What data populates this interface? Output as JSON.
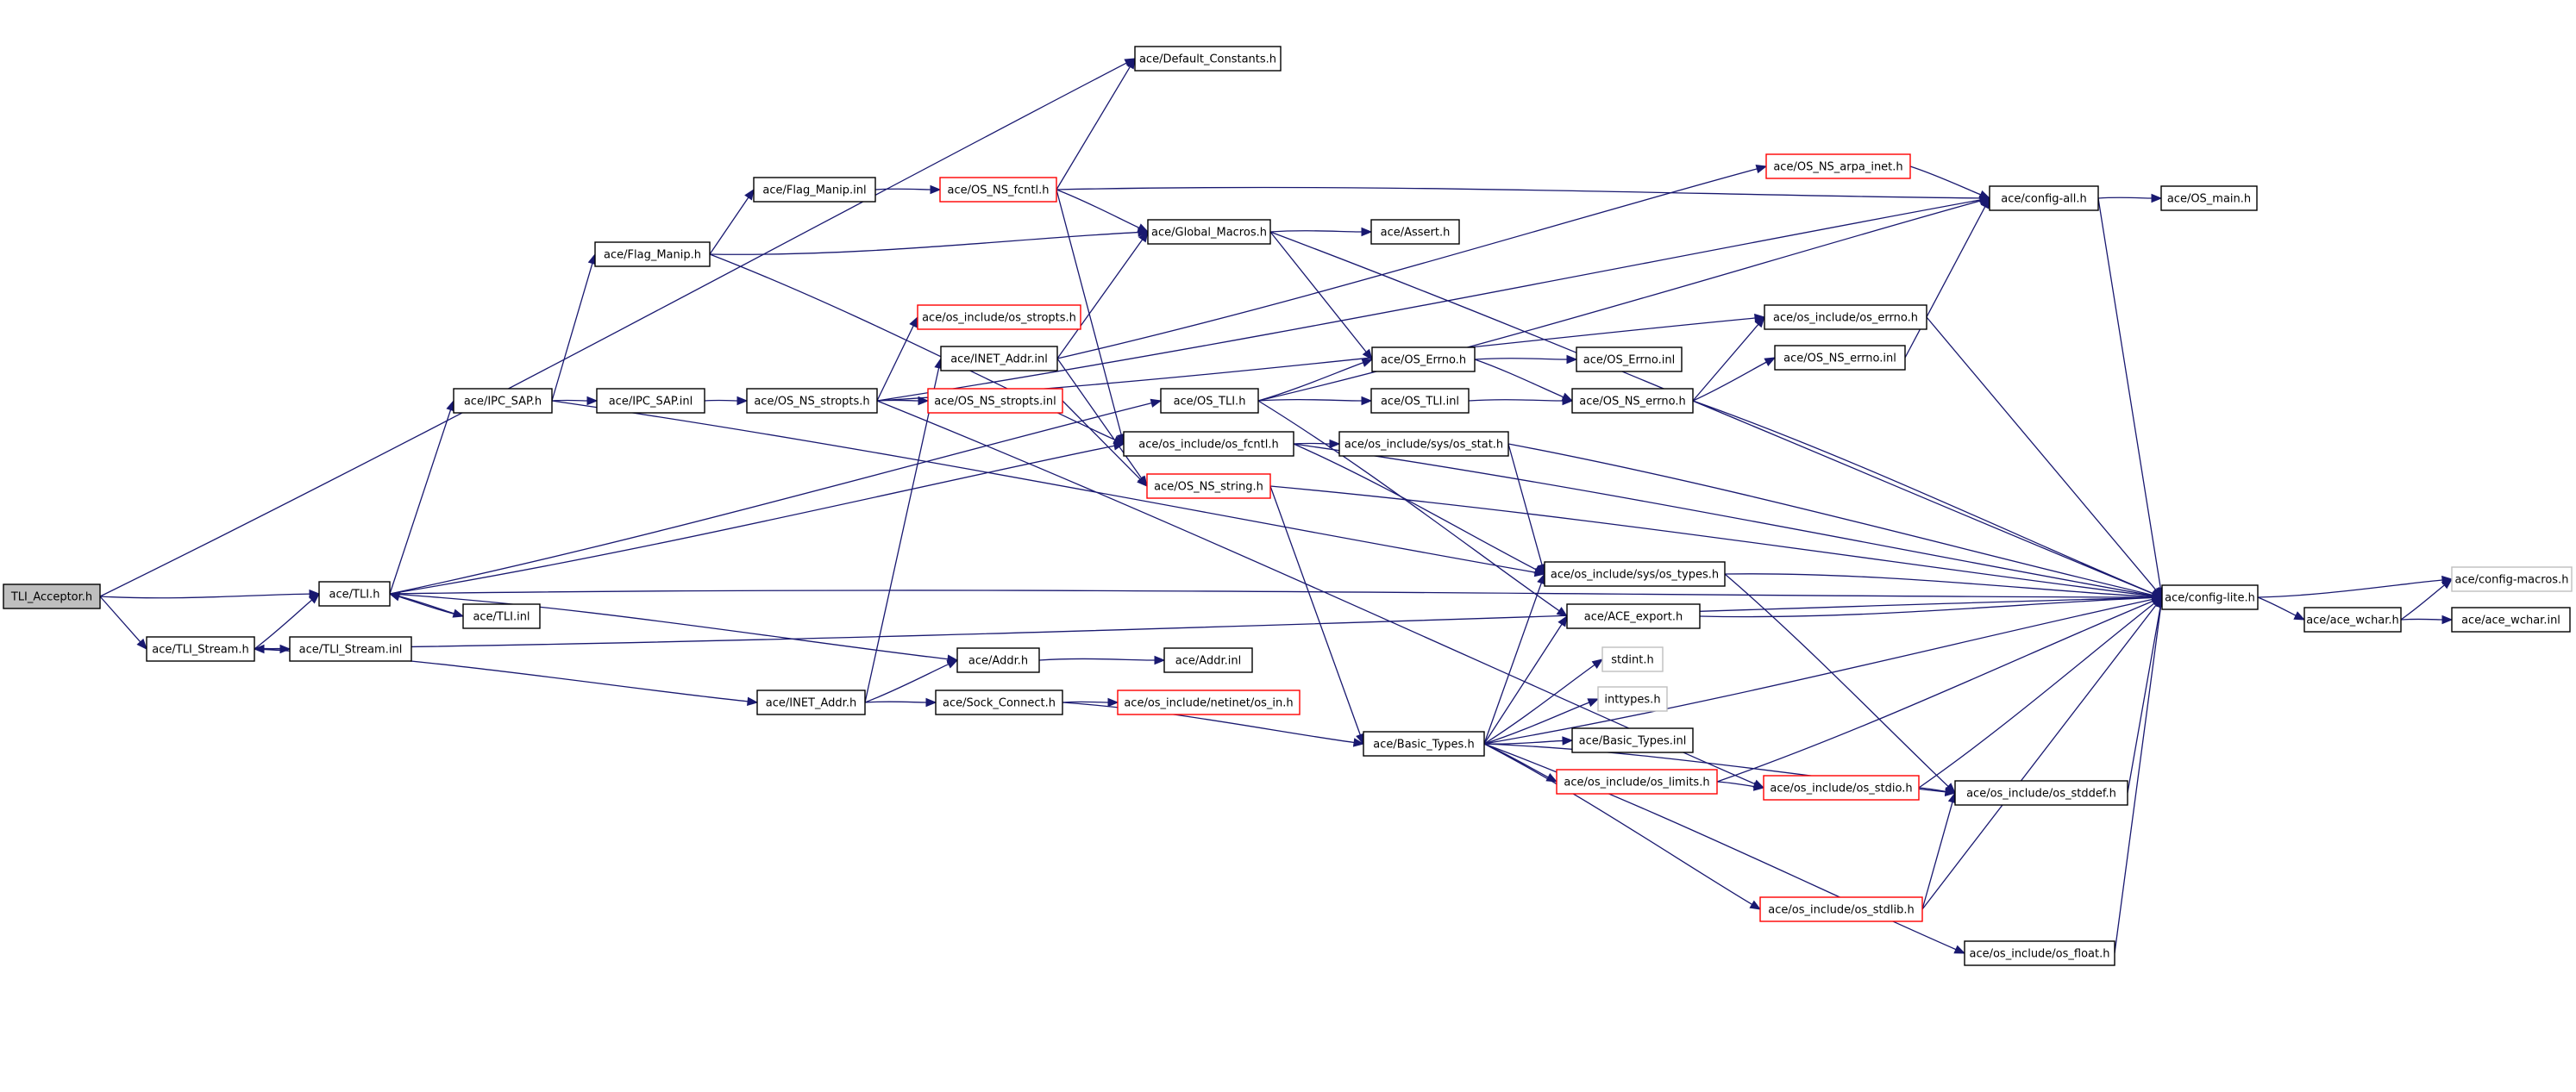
{
  "nodes": [
    {
      "id": "tli_acceptor_h",
      "label": "TLI_Acceptor.h",
      "style": "root"
    },
    {
      "id": "tli_stream_h",
      "label": "ace/TLI_Stream.h",
      "style": "normal"
    },
    {
      "id": "tli_stream_inl",
      "label": "ace/TLI_Stream.inl",
      "style": "normal"
    },
    {
      "id": "tli_h",
      "label": "ace/TLI.h",
      "style": "normal"
    },
    {
      "id": "tli_inl",
      "label": "ace/TLI.inl",
      "style": "normal"
    },
    {
      "id": "ipc_sap_h",
      "label": "ace/IPC_SAP.h",
      "style": "normal"
    },
    {
      "id": "ipc_sap_inl",
      "label": "ace/IPC_SAP.inl",
      "style": "normal"
    },
    {
      "id": "flag_manip_h",
      "label": "ace/Flag_Manip.h",
      "style": "normal"
    },
    {
      "id": "flag_manip_inl",
      "label": "ace/Flag_Manip.inl",
      "style": "normal"
    },
    {
      "id": "os_ns_stropts_h",
      "label": "ace/OS_NS_stropts.h",
      "style": "normal"
    },
    {
      "id": "inet_addr_h",
      "label": "ace/INET_Addr.h",
      "style": "normal"
    },
    {
      "id": "inet_addr_inl",
      "label": "ace/INET_Addr.inl",
      "style": "normal"
    },
    {
      "id": "os_include_os_stropts_h",
      "label": "ace/os_include/os_stropts.h",
      "style": "red"
    },
    {
      "id": "os_ns_stropts_inl",
      "label": "ace/OS_NS_stropts.inl",
      "style": "red"
    },
    {
      "id": "os_ns_fcntl_h",
      "label": "ace/OS_NS_fcntl.h",
      "style": "red"
    },
    {
      "id": "default_constants_h",
      "label": "ace/Default_Constants.h",
      "style": "normal"
    },
    {
      "id": "global_macros_h",
      "label": "ace/Global_Macros.h",
      "style": "normal"
    },
    {
      "id": "assert_h",
      "label": "ace/Assert.h",
      "style": "normal"
    },
    {
      "id": "os_tli_h",
      "label": "ace/OS_TLI.h",
      "style": "normal"
    },
    {
      "id": "os_include_os_fcntl_h",
      "label": "ace/os_include/os_fcntl.h",
      "style": "normal"
    },
    {
      "id": "os_ns_string_h",
      "label": "ace/OS_NS_string.h",
      "style": "red"
    },
    {
      "id": "addr_h",
      "label": "ace/Addr.h",
      "style": "normal"
    },
    {
      "id": "addr_inl",
      "label": "ace/Addr.inl",
      "style": "normal"
    },
    {
      "id": "sock_connect_h",
      "label": "ace/Sock_Connect.h",
      "style": "normal"
    },
    {
      "id": "os_in_h",
      "label": "ace/os_include/netinet/os_in.h",
      "style": "red"
    },
    {
      "id": "basic_types_h",
      "label": "ace/Basic_Types.h",
      "style": "normal"
    },
    {
      "id": "os_errno_h",
      "label": "ace/OS_Errno.h",
      "style": "normal"
    },
    {
      "id": "os_errno_inl",
      "label": "ace/OS_Errno.inl",
      "style": "normal"
    },
    {
      "id": "os_tli_inl",
      "label": "ace/OS_TLI.inl",
      "style": "normal"
    },
    {
      "id": "os_ns_errno_h",
      "label": "ace/OS_NS_errno.h",
      "style": "normal"
    },
    {
      "id": "sys_os_stat_h",
      "label": "ace/os_include/sys/os_stat.h",
      "style": "normal"
    },
    {
      "id": "sys_os_types_h",
      "label": "ace/os_include/sys/os_types.h",
      "style": "normal"
    },
    {
      "id": "ace_export_h",
      "label": "ace/ACE_export.h",
      "style": "normal"
    },
    {
      "id": "stdint_h",
      "label": "stdint.h",
      "style": "grey"
    },
    {
      "id": "inttypes_h",
      "label": "inttypes.h",
      "style": "grey"
    },
    {
      "id": "basic_types_inl",
      "label": "ace/Basic_Types.inl",
      "style": "normal"
    },
    {
      "id": "os_limits_h",
      "label": "ace/os_include/os_limits.h",
      "style": "red"
    },
    {
      "id": "os_stdio_h",
      "label": "ace/os_include/os_stdio.h",
      "style": "red"
    },
    {
      "id": "os_stddef_h",
      "label": "ace/os_include/os_stddef.h",
      "style": "normal"
    },
    {
      "id": "os_stdlib_h",
      "label": "ace/os_include/os_stdlib.h",
      "style": "red"
    },
    {
      "id": "os_float_h",
      "label": "ace/os_include/os_float.h",
      "style": "normal"
    },
    {
      "id": "os_ns_arpa_inet_h",
      "label": "ace/OS_NS_arpa_inet.h",
      "style": "red"
    },
    {
      "id": "config_all_h",
      "label": "ace/config-all.h",
      "style": "normal"
    },
    {
      "id": "os_main_h",
      "label": "ace/OS_main.h",
      "style": "normal"
    },
    {
      "id": "os_include_os_errno_h",
      "label": "ace/os_include/os_errno.h",
      "style": "normal"
    },
    {
      "id": "os_ns_errno_inl",
      "label": "ace/OS_NS_errno.inl",
      "style": "normal"
    },
    {
      "id": "config_lite_h",
      "label": "ace/config-lite.h",
      "style": "normal"
    },
    {
      "id": "config_macros_h",
      "label": "ace/config-macros.h",
      "style": "grey"
    },
    {
      "id": "ace_wchar_h",
      "label": "ace/ace_wchar.h",
      "style": "normal"
    },
    {
      "id": "ace_wchar_inl",
      "label": "ace/ace_wchar.inl",
      "style": "normal"
    }
  ],
  "edges": [
    [
      "tli_acceptor_h",
      "default_constants_h"
    ],
    [
      "tli_acceptor_h",
      "tli_h"
    ],
    [
      "tli_acceptor_h",
      "tli_stream_h"
    ],
    [
      "tli_stream_h",
      "tli_h"
    ],
    [
      "tli_stream_inl",
      "tli_stream_h"
    ],
    [
      "tli_stream_h",
      "tli_stream_inl"
    ],
    [
      "tli_stream_h",
      "inet_addr_h"
    ],
    [
      "tli_stream_h",
      "config_lite_h"
    ],
    [
      "tli_h",
      "ipc_sap_h"
    ],
    [
      "tli_h",
      "tli_inl"
    ],
    [
      "tli_inl",
      "tli_h"
    ],
    [
      "tli_h",
      "os_tli_h"
    ],
    [
      "tli_h",
      "os_include_os_fcntl_h"
    ],
    [
      "tli_h",
      "addr_h"
    ],
    [
      "tli_h",
      "config_lite_h"
    ],
    [
      "ipc_sap_h",
      "flag_manip_h"
    ],
    [
      "ipc_sap_h",
      "ipc_sap_inl"
    ],
    [
      "ipc_sap_h",
      "sys_os_types_h"
    ],
    [
      "ipc_sap_inl",
      "os_ns_stropts_h"
    ],
    [
      "flag_manip_h",
      "flag_manip_inl"
    ],
    [
      "flag_manip_h",
      "global_macros_h"
    ],
    [
      "flag_manip_h",
      "os_include_os_fcntl_h"
    ],
    [
      "flag_manip_inl",
      "os_ns_fcntl_h"
    ],
    [
      "os_ns_stropts_h",
      "os_include_os_stropts_h"
    ],
    [
      "os_ns_stropts_h",
      "os_ns_stropts_inl"
    ],
    [
      "os_ns_stropts_h",
      "config_all_h"
    ],
    [
      "os_ns_stropts_h",
      "os_include_os_errno_h"
    ],
    [
      "os_ns_stropts_h",
      "os_stdio_h"
    ],
    [
      "os_ns_stropts_inl",
      "os_ns_string_h"
    ],
    [
      "os_ns_fcntl_h",
      "default_constants_h"
    ],
    [
      "os_ns_fcntl_h",
      "global_macros_h"
    ],
    [
      "os_ns_fcntl_h",
      "config_all_h"
    ],
    [
      "os_ns_fcntl_h",
      "os_include_os_fcntl_h"
    ],
    [
      "global_macros_h",
      "assert_h"
    ],
    [
      "global_macros_h",
      "os_errno_h"
    ],
    [
      "global_macros_h",
      "config_lite_h"
    ],
    [
      "inet_addr_h",
      "addr_h"
    ],
    [
      "inet_addr_h",
      "sock_connect_h"
    ],
    [
      "inet_addr_h",
      "inet_addr_inl"
    ],
    [
      "inet_addr_inl",
      "global_macros_h"
    ],
    [
      "inet_addr_inl",
      "os_ns_arpa_inet_h"
    ],
    [
      "inet_addr_inl",
      "os_ns_string_h"
    ],
    [
      "addr_h",
      "addr_inl"
    ],
    [
      "sock_connect_h",
      "os_in_h"
    ],
    [
      "sock_connect_h",
      "basic_types_h"
    ],
    [
      "os_tli_h",
      "os_errno_h"
    ],
    [
      "os_tli_h",
      "os_tli_inl"
    ],
    [
      "os_tli_h",
      "config_all_h"
    ],
    [
      "os_tli_h",
      "ace_export_h"
    ],
    [
      "os_include_os_fcntl_h",
      "sys_os_stat_h"
    ],
    [
      "os_include_os_fcntl_h",
      "sys_os_types_h"
    ],
    [
      "os_include_os_fcntl_h",
      "config_lite_h"
    ],
    [
      "os_ns_string_h",
      "basic_types_h"
    ],
    [
      "os_ns_string_h",
      "config_lite_h"
    ],
    [
      "os_errno_h",
      "os_errno_inl"
    ],
    [
      "os_errno_h",
      "os_ns_errno_h"
    ],
    [
      "os_tli_inl",
      "os_ns_errno_h"
    ],
    [
      "os_ns_errno_h",
      "os_include_os_errno_h"
    ],
    [
      "os_ns_errno_h",
      "os_ns_errno_inl"
    ],
    [
      "os_ns_errno_h",
      "config_lite_h"
    ],
    [
      "os_ns_errno_inl",
      "config_all_h"
    ],
    [
      "sys_os_stat_h",
      "sys_os_types_h"
    ],
    [
      "sys_os_stat_h",
      "config_lite_h"
    ],
    [
      "sys_os_types_h",
      "os_stddef_h"
    ],
    [
      "sys_os_types_h",
      "config_lite_h"
    ],
    [
      "ace_export_h",
      "config_lite_h"
    ],
    [
      "basic_types_h",
      "sys_os_types_h"
    ],
    [
      "basic_types_h",
      "ace_export_h"
    ],
    [
      "basic_types_h",
      "stdint_h"
    ],
    [
      "basic_types_h",
      "inttypes_h"
    ],
    [
      "basic_types_h",
      "basic_types_inl"
    ],
    [
      "basic_types_h",
      "os_limits_h"
    ],
    [
      "basic_types_h",
      "os_stddef_h"
    ],
    [
      "basic_types_h",
      "os_stdlib_h"
    ],
    [
      "basic_types_h",
      "os_float_h"
    ],
    [
      "basic_types_h",
      "config_lite_h"
    ],
    [
      "os_limits_h",
      "os_stdio_h"
    ],
    [
      "os_limits_h",
      "config_lite_h"
    ],
    [
      "os_stdio_h",
      "os_stddef_h"
    ],
    [
      "os_stdio_h",
      "config_lite_h"
    ],
    [
      "os_stddef_h",
      "config_lite_h"
    ],
    [
      "os_stdlib_h",
      "os_stddef_h"
    ],
    [
      "os_stdlib_h",
      "config_lite_h"
    ],
    [
      "os_float_h",
      "config_lite_h"
    ],
    [
      "os_ns_arpa_inet_h",
      "config_all_h"
    ],
    [
      "config_all_h",
      "os_main_h"
    ],
    [
      "config_all_h",
      "config_lite_h"
    ],
    [
      "os_include_os_errno_h",
      "config_lite_h"
    ],
    [
      "config_lite_h",
      "config_macros_h"
    ],
    [
      "config_lite_h",
      "ace_wchar_h"
    ],
    [
      "ace_wchar_h",
      "config_macros_h"
    ],
    [
      "ace_wchar_h",
      "ace_wchar_inl"
    ]
  ]
}
